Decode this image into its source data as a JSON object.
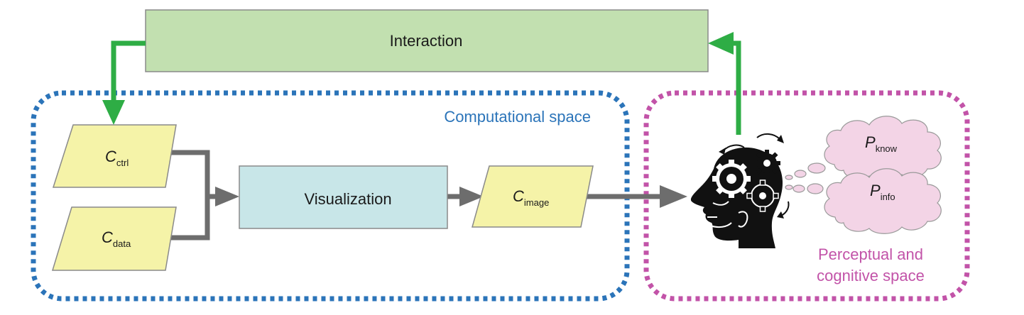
{
  "diagram": {
    "interaction": {
      "label": "Interaction"
    },
    "computational_space": {
      "label": "Computational space"
    },
    "perceptual_space": {
      "line1": "Perceptual and",
      "line2": "cognitive space"
    },
    "visualization": {
      "label": "Visualization"
    },
    "c_ctrl": {
      "main": "C",
      "sub": "ctrl"
    },
    "c_data": {
      "main": "C",
      "sub": "data"
    },
    "c_image": {
      "main": "C",
      "sub": "image"
    },
    "p_know": {
      "main": "P",
      "sub": "know"
    },
    "p_info": {
      "main": "P",
      "sub": "info"
    },
    "head_icon": "head-with-gears-icon",
    "colors": {
      "interaction_fill": "#c2e0b0",
      "visualization_fill": "#c8e6e8",
      "parallelogram_fill": "#f5f3a8",
      "cloud_fill": "#f3d4e6",
      "computational_border": "#2b74b9",
      "perceptual_border": "#c253a8",
      "feedback_arrow": "#2ead45",
      "flow_arrow": "#6d6d6d"
    }
  }
}
